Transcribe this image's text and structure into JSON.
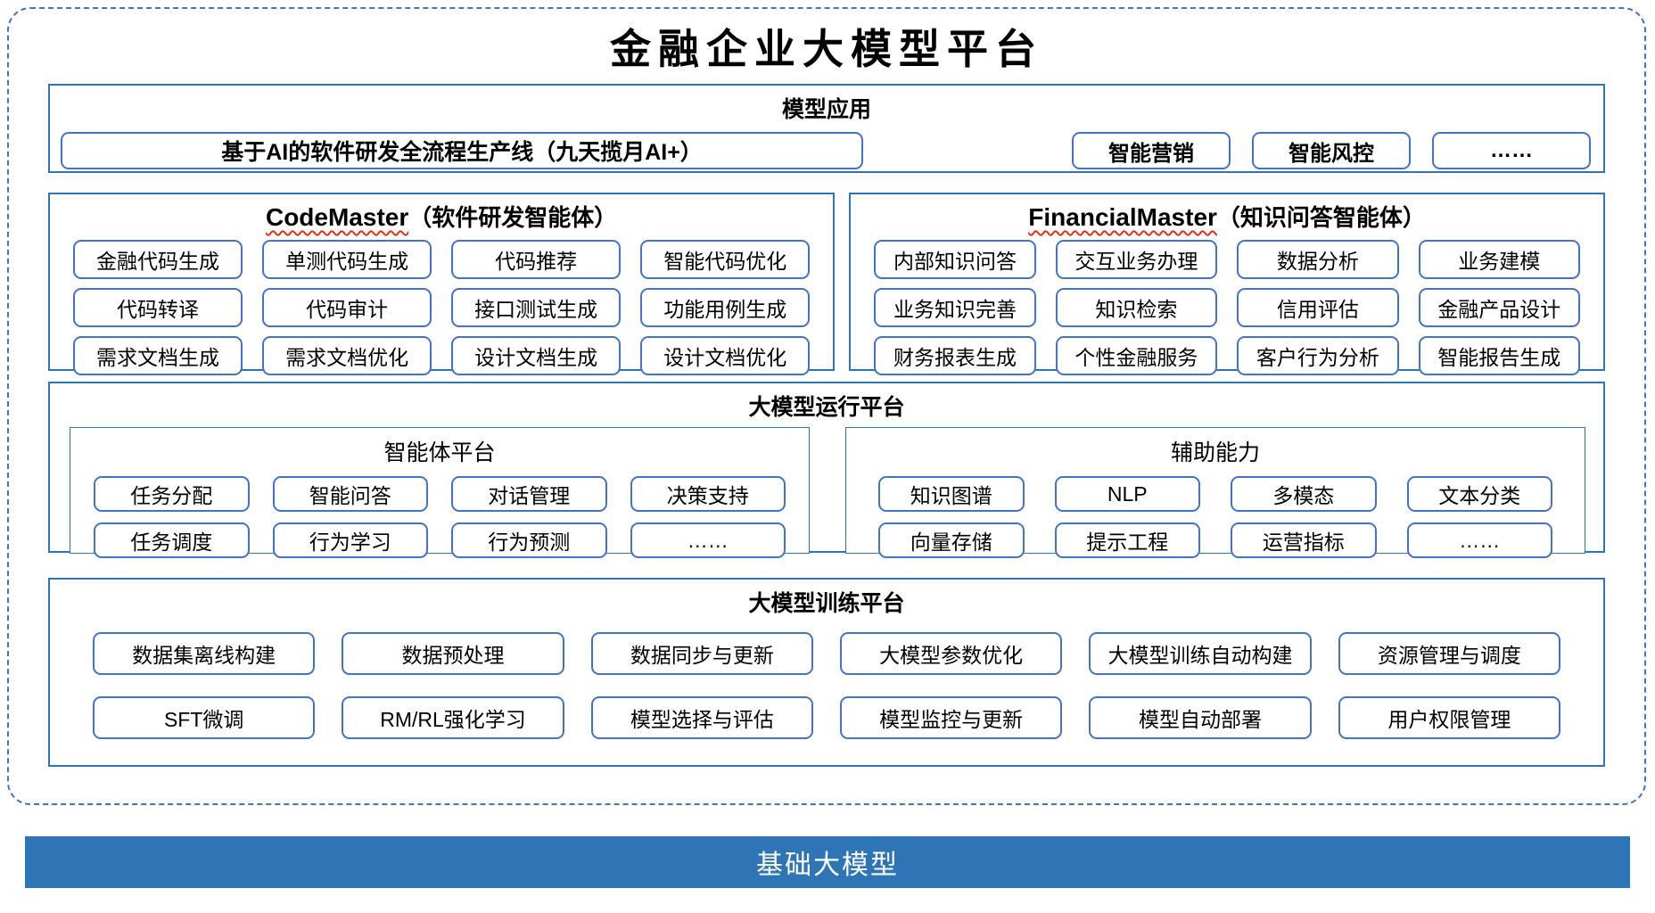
{
  "title": "金融企业大模型平台",
  "colors": {
    "section_border": "#2E75B6",
    "box_border": "#4472C4",
    "dashed_border": "#4472C4",
    "squiggle_red": "#E0311A",
    "base_bar_bg": "#2E75B6",
    "base_bar_text": "#FFFFFF"
  },
  "model_app": {
    "header": "模型应用",
    "main_box": "基于AI的软件研发全流程生产线（九天揽月AI+）",
    "boxes": [
      "智能营销",
      "智能风控",
      "……"
    ]
  },
  "code_master": {
    "name": "CodeMaster",
    "subtitle": "（软件研发智能体）",
    "boxes": [
      "金融代码生成",
      "单测代码生成",
      "代码推荐",
      "智能代码优化",
      "代码转译",
      "代码审计",
      "接口测试生成",
      "功能用例生成",
      "需求文档生成",
      "需求文档优化",
      "设计文档生成",
      "设计文档优化"
    ]
  },
  "financial_master": {
    "name": "FinancialMaster",
    "subtitle": "（知识问答智能体）",
    "boxes": [
      "内部知识问答",
      "交互业务办理",
      "数据分析",
      "业务建模",
      "业务知识完善",
      "知识检索",
      "信用评估",
      "金融产品设计",
      "财务报表生成",
      "个性金融服务",
      "客户行为分析",
      "智能报告生成"
    ]
  },
  "runtime": {
    "header": "大模型运行平台",
    "agent_platform": {
      "header": "智能体平台",
      "boxes": [
        "任务分配",
        "智能问答",
        "对话管理",
        "决策支持",
        "任务调度",
        "行为学习",
        "行为预测",
        "……"
      ]
    },
    "aux": {
      "header": "辅助能力",
      "boxes": [
        "知识图谱",
        "NLP",
        "多模态",
        "文本分类",
        "向量存储",
        "提示工程",
        "运营指标",
        "……"
      ]
    }
  },
  "training": {
    "header": "大模型训练平台",
    "boxes": [
      "数据集离线构建",
      "数据预处理",
      "数据同步与更新",
      "大模型参数优化",
      "大模型训练自动构建",
      "资源管理与调度",
      "SFT微调",
      "RM/RL强化学习",
      "模型选择与评估",
      "模型监控与更新",
      "模型自动部署",
      "用户权限管理"
    ]
  },
  "base": {
    "label": "基础大模型"
  }
}
